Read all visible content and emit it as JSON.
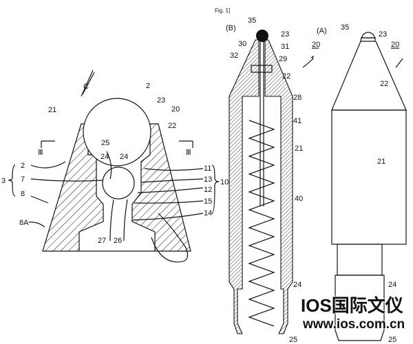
{
  "figure": {
    "caption": "Fig. 1]",
    "left_view": {
      "labels": [
        "C",
        "2",
        "23",
        "20",
        "21",
        "22",
        "Ⅲ",
        "Ⅲ",
        "25",
        "24",
        "24",
        "2",
        "7",
        "3",
        "8",
        "11",
        "13",
        "12",
        "15",
        "14",
        "10",
        "8A",
        "27",
        "26"
      ]
    },
    "view_b": {
      "title": "(B)",
      "labels": [
        "35",
        "23",
        "30",
        "31",
        "32",
        "29",
        "20",
        "22",
        "28",
        "41",
        "21",
        "40",
        "24",
        "25"
      ]
    },
    "view_a": {
      "title": "(A)",
      "labels": [
        "35",
        "23",
        "20",
        "22",
        "21",
        "24",
        "25"
      ]
    }
  },
  "watermark": {
    "brand": "IOS国际文仪",
    "url": "www.ios.com.cn"
  }
}
